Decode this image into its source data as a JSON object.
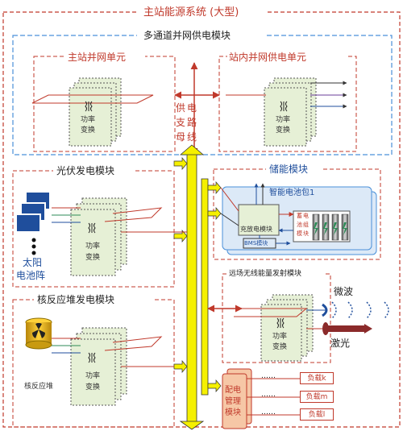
{
  "title": "主站能源系统 (大型)",
  "modules": {
    "grid_module": "多通道并网供电模块",
    "main_grid_unit": "主站并网单元",
    "station_grid_unit": "站内并网供电单元",
    "pv_module": "光伏发电模块",
    "storage_module": "储能模块",
    "nuclear_module": "核反应堆发电模块",
    "wireless_module": "远场无线能量发射模块"
  },
  "bus_label": [
    "供",
    "电",
    "支",
    "路",
    "母",
    "线"
  ],
  "power_conversion": "功率变换",
  "power_conversion_lines": [
    "功率",
    "变换"
  ],
  "solar_array_lines": [
    "太阳",
    "电池阵"
  ],
  "reactor_label": "核反应堆",
  "smart_battery": "智能电池包1",
  "charge_discharge": "充放电模块",
  "bms": "BMS模块",
  "battery_group": [
    "蓄",
    "电",
    "池",
    "组",
    "模",
    "块"
  ],
  "microwave": "微波",
  "laser": "激光",
  "distribution": [
    "配电",
    "管理",
    "模块"
  ],
  "loads": [
    "负载k",
    "负载m",
    "负载l"
  ],
  "ellipsis": "……",
  "colors": {
    "red": "#c0392b",
    "blue": "#4a90d9",
    "bus_yellow": "#f5f000",
    "card_green": "#e6f0d6",
    "purple": "#6a3d9a"
  }
}
